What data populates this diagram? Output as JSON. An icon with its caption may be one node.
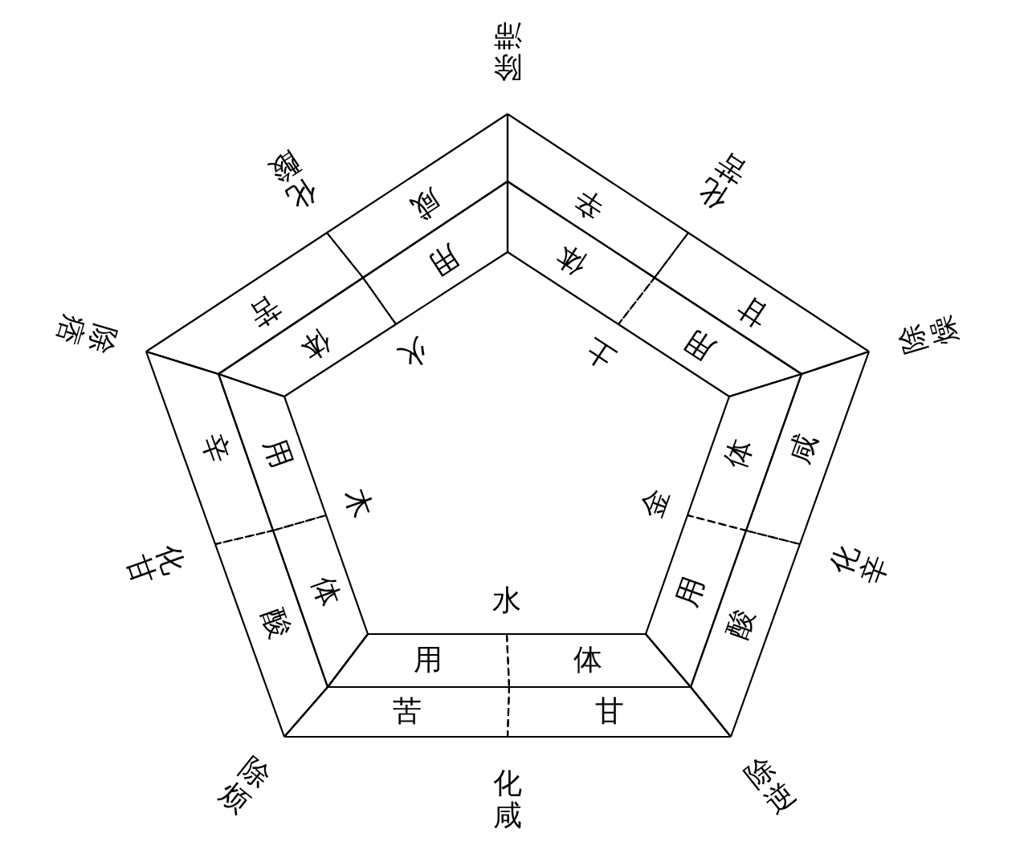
{
  "diagram": {
    "nodes": [
      {
        "text": [
          "体"
        ]
      },
      {
        "text": [
          "用"
        ]
      },
      {
        "text": [
          "苦"
        ]
      },
      {
        "text": [
          "咸"
        ]
      },
      {
        "text": [
          "体"
        ]
      },
      {
        "text": [
          "用"
        ]
      },
      {
        "text": [
          "辛"
        ]
      },
      {
        "text": [
          "甘"
        ]
      },
      {
        "text": [
          "体"
        ]
      },
      {
        "text": [
          "用"
        ]
      },
      {
        "text": [
          "酸"
        ]
      },
      {
        "text": [
          "辛"
        ]
      },
      {
        "text": [
          "体"
        ]
      },
      {
        "text": [
          "用"
        ]
      },
      {
        "text": [
          "咸"
        ]
      },
      {
        "text": [
          "酸"
        ]
      },
      {
        "text": [
          "体"
        ]
      },
      {
        "text": [
          "用"
        ]
      },
      {
        "text": [
          "甘"
        ]
      },
      {
        "text": [
          "苦"
        ]
      }
    ],
    "labels": [
      "除滞",
      "化酸",
      "化苦",
      "除痞",
      "火",
      "土",
      "除燥",
      "木",
      "金",
      "化甘",
      "化辛",
      "水",
      "除烦",
      "化咸",
      "除逆"
    ]
  }
}
